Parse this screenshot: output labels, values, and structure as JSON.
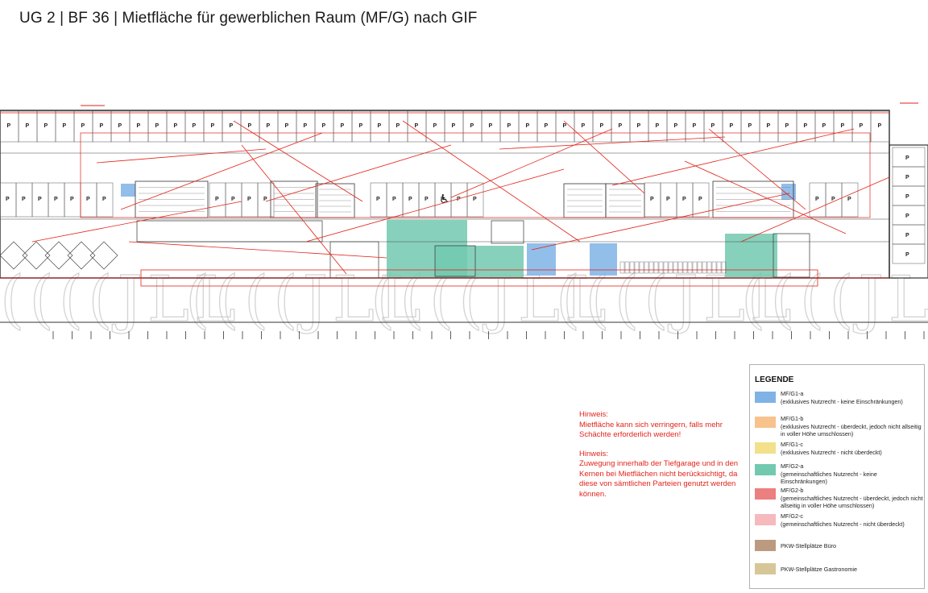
{
  "title": "UG 2 | BF 36 | Mietfläche für gewerblichen Raum (MF/G) nach GIF",
  "watermark": "JLL",
  "parking_symbol": "P",
  "accessible_symbol": "♿",
  "notes": [
    {
      "heading": "Hinweis:",
      "text": "Mietfläche kann sich verringern, falls mehr Schächte erforderlich werden!"
    },
    {
      "heading": "Hinweis:",
      "text": "Zuwegung innerhalb der Tiefgarage und in den Kernen bei Mietflächen nicht berücksichtigt, da diese von sämtlichen Parteien genutzt werden können."
    }
  ],
  "legend": {
    "title": "LEGENDE",
    "items": [
      {
        "code": "MF/G1-a",
        "desc": "(exklusives Nutzrecht - keine Einschränkungen)",
        "color": "#7fb3e6"
      },
      {
        "code": "MF/G1-b",
        "desc": "(exklusives Nutzrecht - überdeckt, jedoch nicht allseitig in voller Höhe umschlossen)",
        "color": "#f7c28c"
      },
      {
        "code": "MF/G1-c",
        "desc": "(exklusives Nutzrecht - nicht überdeckt)",
        "color": "#f2e08a"
      },
      {
        "code": "MF/G2-a",
        "desc": "(gemeinschaftliches Nutzrecht - keine Einschränkungen)",
        "color": "#72c9b0"
      },
      {
        "code": "MF/G2-b",
        "desc": "(gemeinschaftliches Nutzrecht - überdeckt, jedoch nicht allseitig in voller Höhe umschlossen)",
        "color": "#ec7f7f"
      },
      {
        "code": "MF/G2-c",
        "desc": "(gemeinschaftliches Nutzrecht - nicht überdeckt)",
        "color": "#f6b9bd"
      },
      {
        "code": "",
        "desc": "PKW-Stellplätze Büro",
        "color": "#bb9a80"
      },
      {
        "code": "",
        "desc": "PKW-Stellplätze Gastronomie",
        "color": "#d7c697"
      }
    ]
  }
}
